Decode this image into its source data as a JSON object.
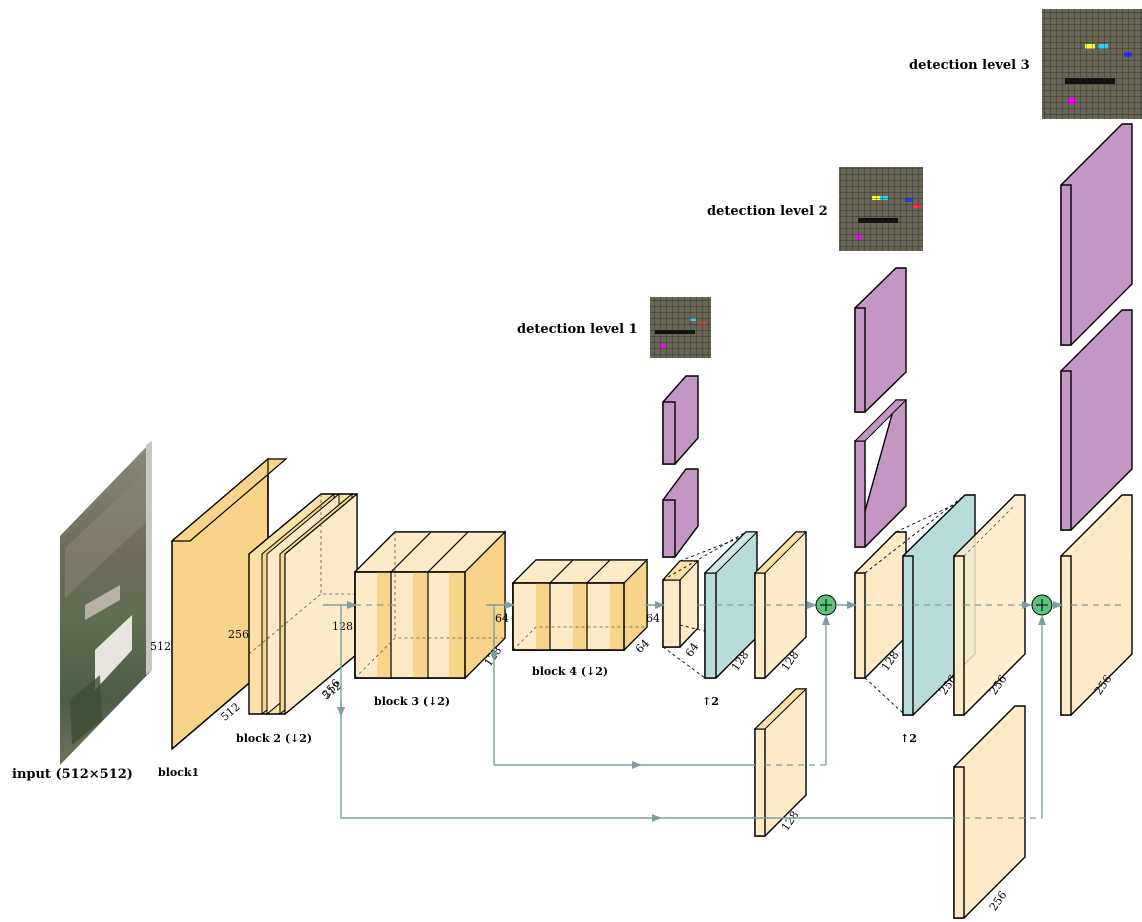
{
  "labels": {
    "input": "input (512×512)",
    "block1": "block1",
    "block2": "block 2 (↓2)",
    "block3": "block 3 (↓2)",
    "block4": "block 4 (↓2)",
    "up1": "↑2",
    "up2": "↑2",
    "det1": "detection level 1",
    "det2": "detection level 2",
    "det3": "detection level 3"
  },
  "dims": {
    "b1_h": "512",
    "b1_d": "512",
    "b2_h": "256",
    "b2_d": "512",
    "b3_h": "128",
    "b3_d": "256",
    "b4_h": "64",
    "b4_d": "128",
    "b4_out": "64",
    "d1_h": "64",
    "d1_d": "64",
    "d1_up": "128",
    "d1_b": "128",
    "skip1": "128",
    "d2_a": "128",
    "d2_up": "256",
    "d2_b": "256",
    "skip2": "256",
    "d3": "256"
  },
  "colors": {
    "block_dark": "#f8d48a",
    "block_mid": "#fbe0a8",
    "block_light": "#fdebc8",
    "head": "#c396c3",
    "upsample": "#b8dcd9",
    "connector": "#7fa0a0",
    "sum_node": "#5cc27a"
  }
}
